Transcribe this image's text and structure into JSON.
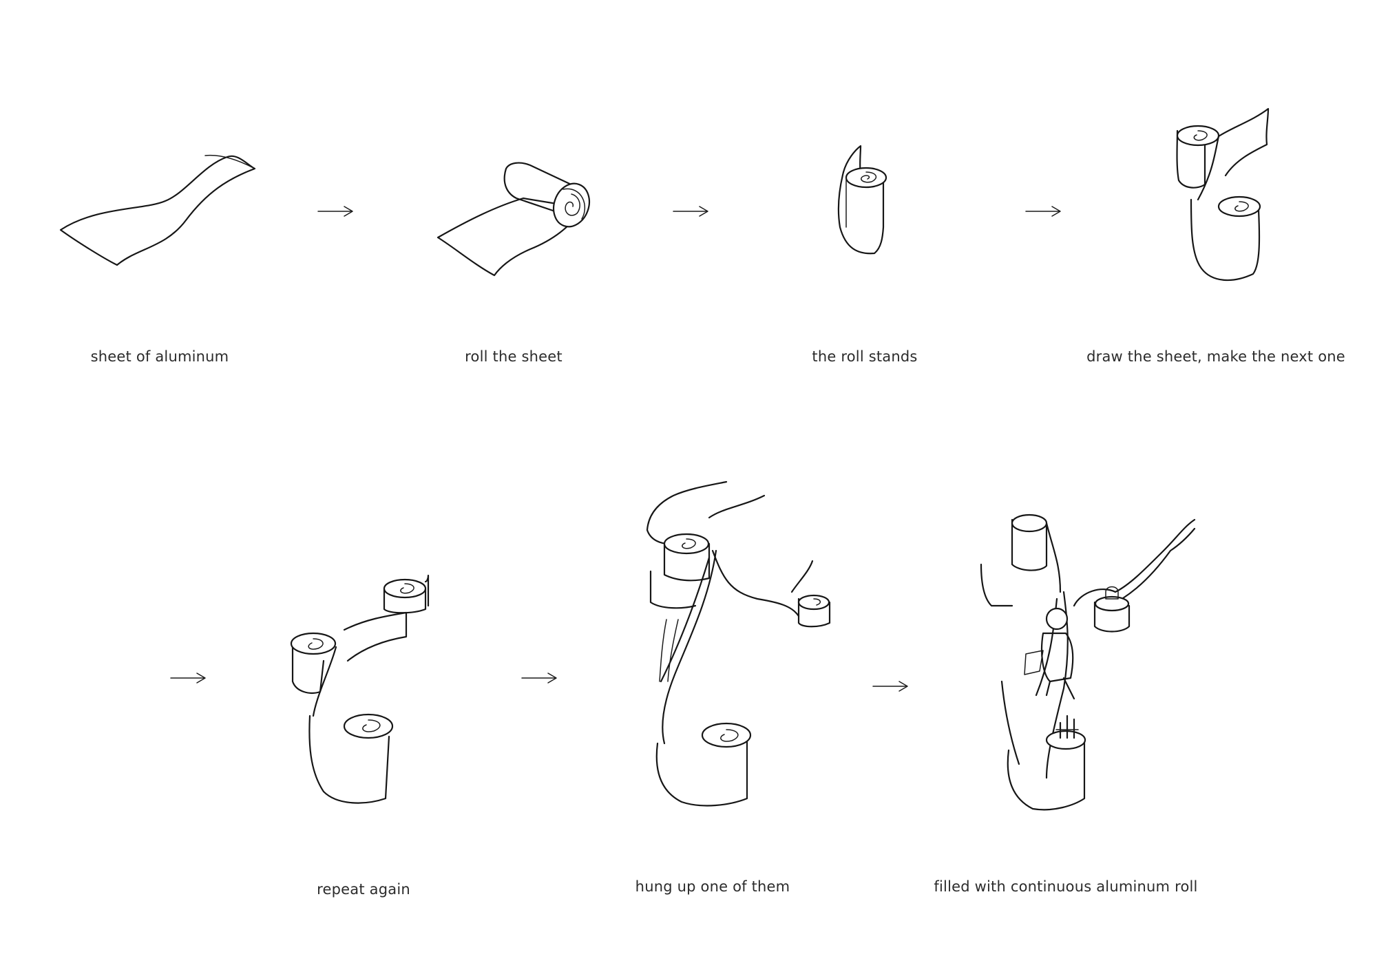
{
  "steps": [
    {
      "id": "1",
      "caption": "sheet of aluminum"
    },
    {
      "id": "2",
      "caption": "roll the sheet"
    },
    {
      "id": "3",
      "caption": "the roll stands"
    },
    {
      "id": "4",
      "caption": "draw the sheet, make the next one"
    },
    {
      "id": "5",
      "caption": "repeat again"
    },
    {
      "id": "6",
      "caption": "hung up one of them"
    },
    {
      "id": "7",
      "caption": "filled with continuous aluminum roll"
    }
  ],
  "arrow_glyph": "→"
}
